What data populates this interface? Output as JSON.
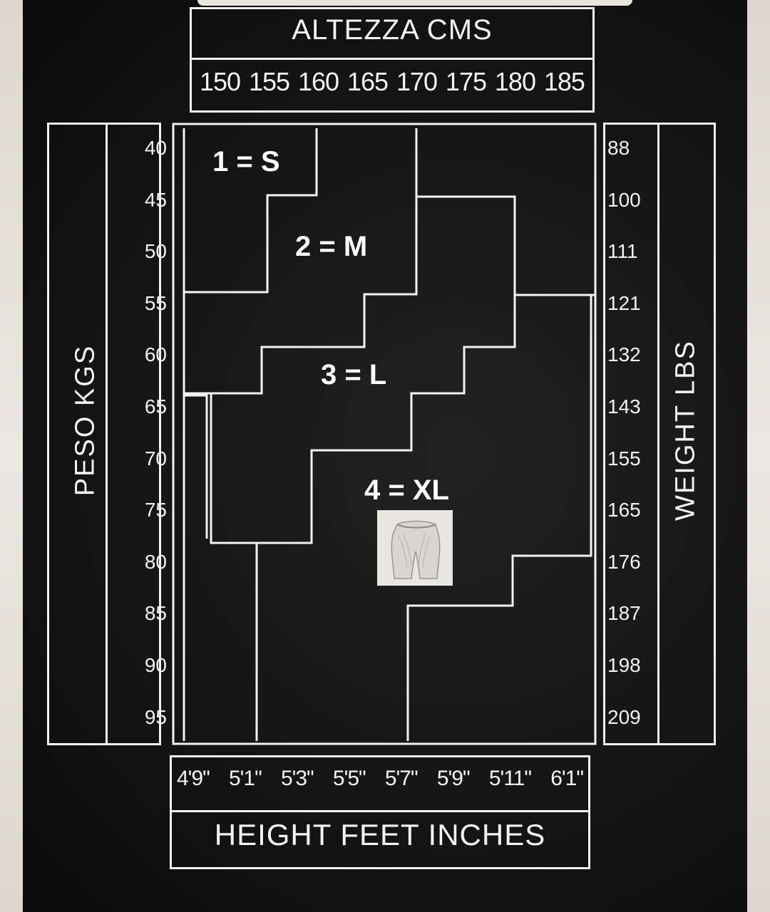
{
  "height_cm": {
    "title": "ALTEZZA CMS",
    "values": [
      "150",
      "155",
      "160",
      "165",
      "170",
      "175",
      "180",
      "185"
    ]
  },
  "height_in": {
    "title": "HEIGHT FEET INCHES",
    "values": [
      "4'9\"",
      "5'1\"",
      "5'3\"",
      "5'5\"",
      "5'7\"",
      "5'9\"",
      "5'11\"",
      "6'1\""
    ]
  },
  "weight_kg": {
    "title": "PESO KGS",
    "values": [
      "40",
      "45",
      "50",
      "55",
      "60",
      "65",
      "70",
      "75",
      "80",
      "85",
      "90",
      "95"
    ]
  },
  "weight_lbs": {
    "title": "WEIGHT LBS",
    "values": [
      "88",
      "100",
      "111",
      "121",
      "132",
      "143",
      "155",
      "165",
      "176",
      "187",
      "198",
      "209"
    ]
  },
  "sizes": [
    {
      "label": "1 = S"
    },
    {
      "label": "2 = M"
    },
    {
      "label": "3 = L"
    },
    {
      "label": "4 = XL"
    }
  ],
  "product_image": "pantyhose-illustration",
  "colors": {
    "background": "#141414",
    "lines": "#f2f2f2"
  }
}
